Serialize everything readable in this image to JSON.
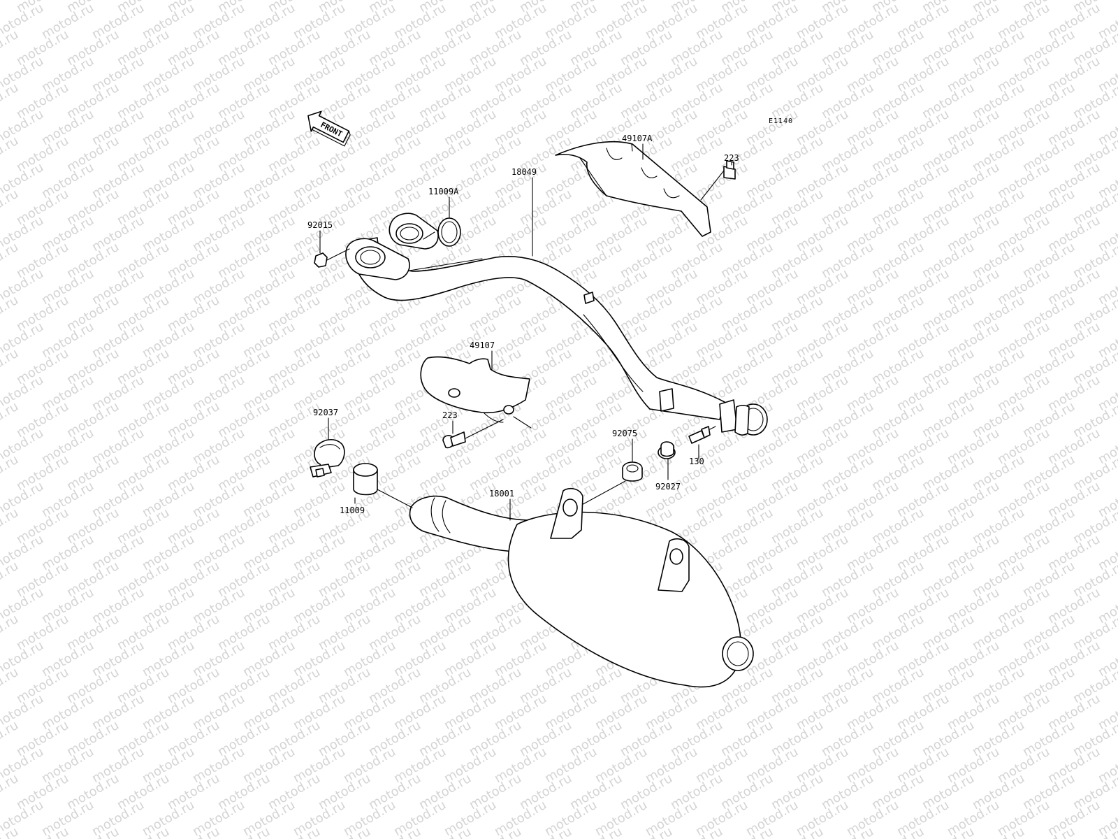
{
  "watermark": "motod.ru",
  "diagram_code": "E1140",
  "front_arrow": "FRONT",
  "labels": {
    "p49107A": "49107A",
    "p223_top": "223",
    "p11009A": "11009A",
    "p92015": "92015",
    "p18049": "18049",
    "p49107": "49107",
    "p223_mid": "223",
    "p92037": "92037",
    "p92075": "92075",
    "p130": "130",
    "p92027": "92027",
    "p11009": "11009",
    "p18001": "18001"
  }
}
